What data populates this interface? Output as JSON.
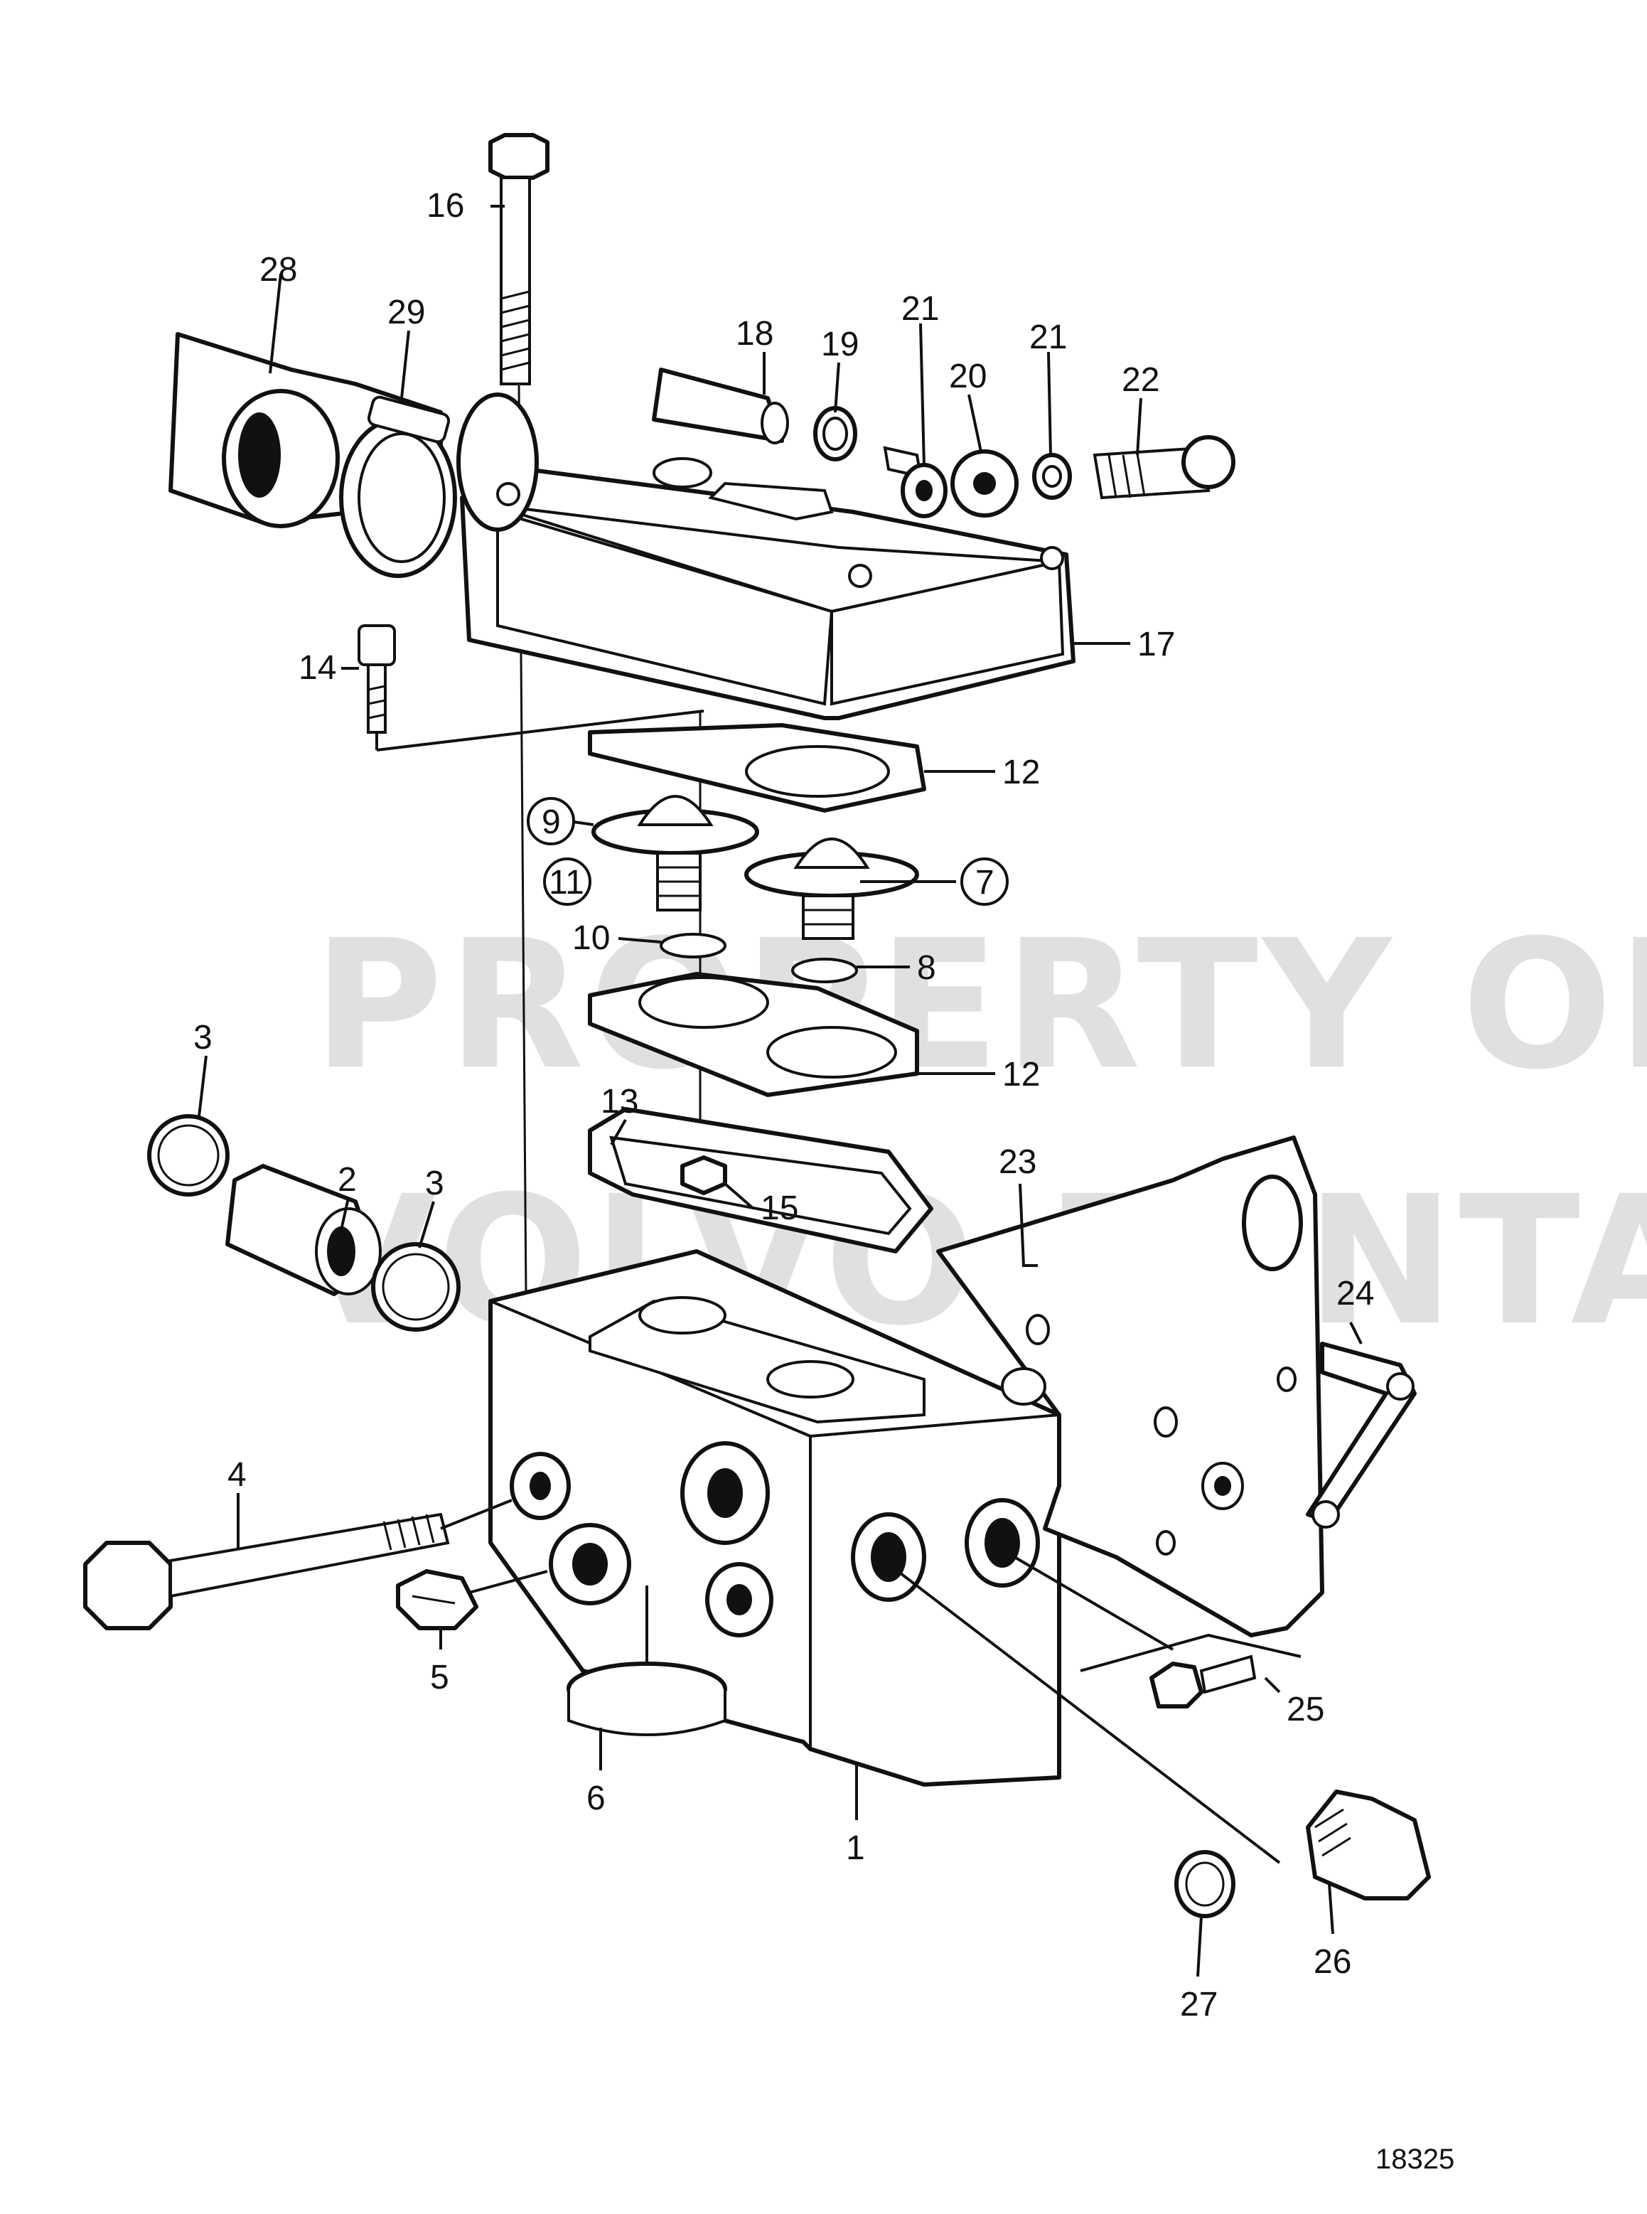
{
  "labels": {
    "l1": "1",
    "l2": "2",
    "l3a": "3",
    "l3b": "3",
    "l4": "4",
    "l5": "5",
    "l6": "6",
    "l7": "7",
    "l8": "8",
    "l9": "9",
    "l10": "10",
    "l11": "11",
    "l12a": "12",
    "l12b": "12",
    "l13": "13",
    "l14": "14",
    "l15": "15",
    "l16": "16",
    "l17": "17",
    "l18": "18",
    "l19": "19",
    "l20": "20",
    "l21a": "21",
    "l21b": "21",
    "l22": "22",
    "l23": "23",
    "l24": "24",
    "l25": "25",
    "l26": "26",
    "l27": "27",
    "l28": "28",
    "l29": "29"
  },
  "watermark": {
    "line1": "PROPERTY OF",
    "line2": "VOLVO PENTA"
  },
  "figure_number": "18325"
}
